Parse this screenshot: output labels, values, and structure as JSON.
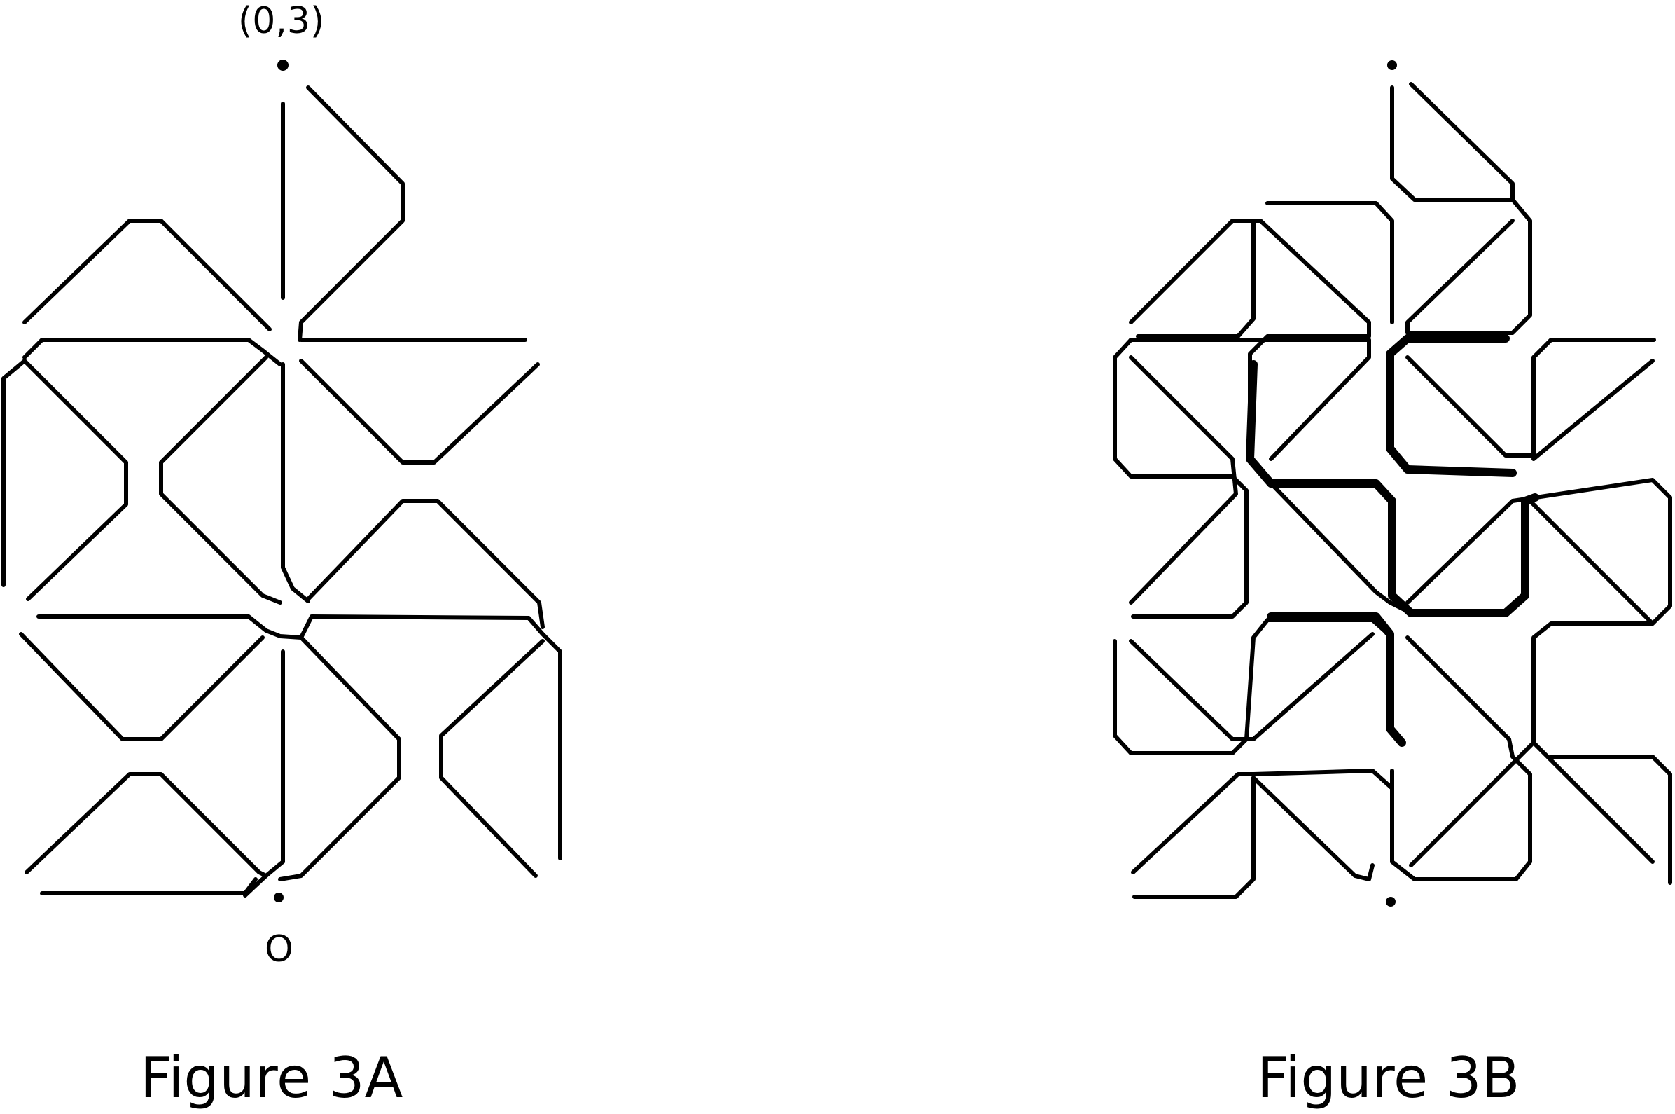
{
  "figure_a": {
    "caption": "Figure 3A",
    "top_point_label": "(0,3)",
    "origin_label": "O"
  },
  "figure_b": {
    "caption": "Figure 3B"
  },
  "colors": {
    "ink": "#000000",
    "background": "#ffffff"
  }
}
